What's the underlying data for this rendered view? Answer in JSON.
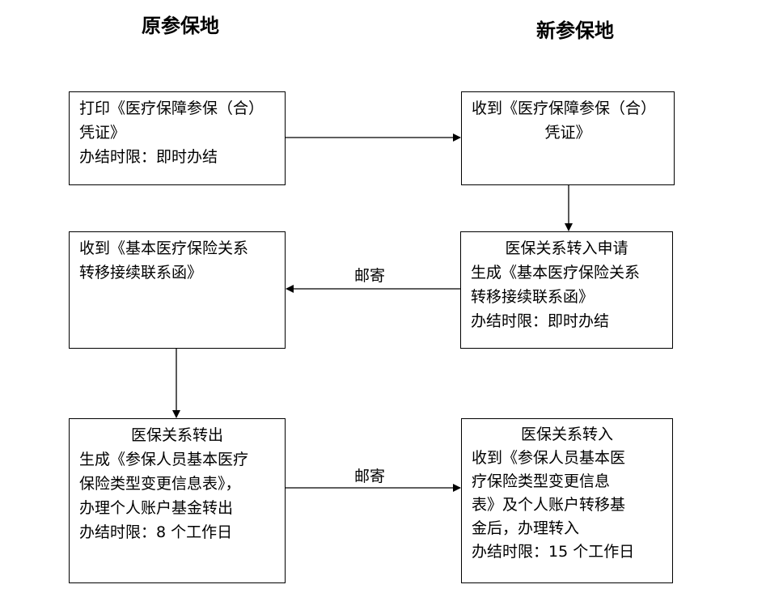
{
  "headers": {
    "left": "原参保地",
    "right": "新参保地"
  },
  "boxes": {
    "old_print": {
      "lines": [
        "打印《医疗保障参保（合）",
        "凭证》",
        "办结时限：即时办结"
      ]
    },
    "new_receive": {
      "lines": [
        "收到《医疗保障参保（合）",
        "凭证》"
      ]
    },
    "new_apply": {
      "lines": [
        "医保关系转入申请",
        "生成《基本医疗保险关系",
        "转移接续联系函》",
        "办结时限：即时办结"
      ]
    },
    "old_receive": {
      "lines": [
        "收到《基本医疗保险关系",
        "转移接续联系函》"
      ]
    },
    "old_out": {
      "lines": [
        "医保关系转出",
        "生成《参保人员基本医疗",
        "保险类型变更信息表》，",
        "办理个人账户基金转出",
        "办结时限：8 个工作日"
      ]
    },
    "new_in": {
      "lines": [
        "医保关系转入",
        "收到《参保人员基本医",
        "疗保险类型变更信息",
        "表》及个人账户转移基",
        "金后，办理转入",
        "办结时限：15 个工作日"
      ]
    }
  },
  "edges": {
    "mail_top": "邮寄",
    "mail_bottom": "邮寄"
  }
}
